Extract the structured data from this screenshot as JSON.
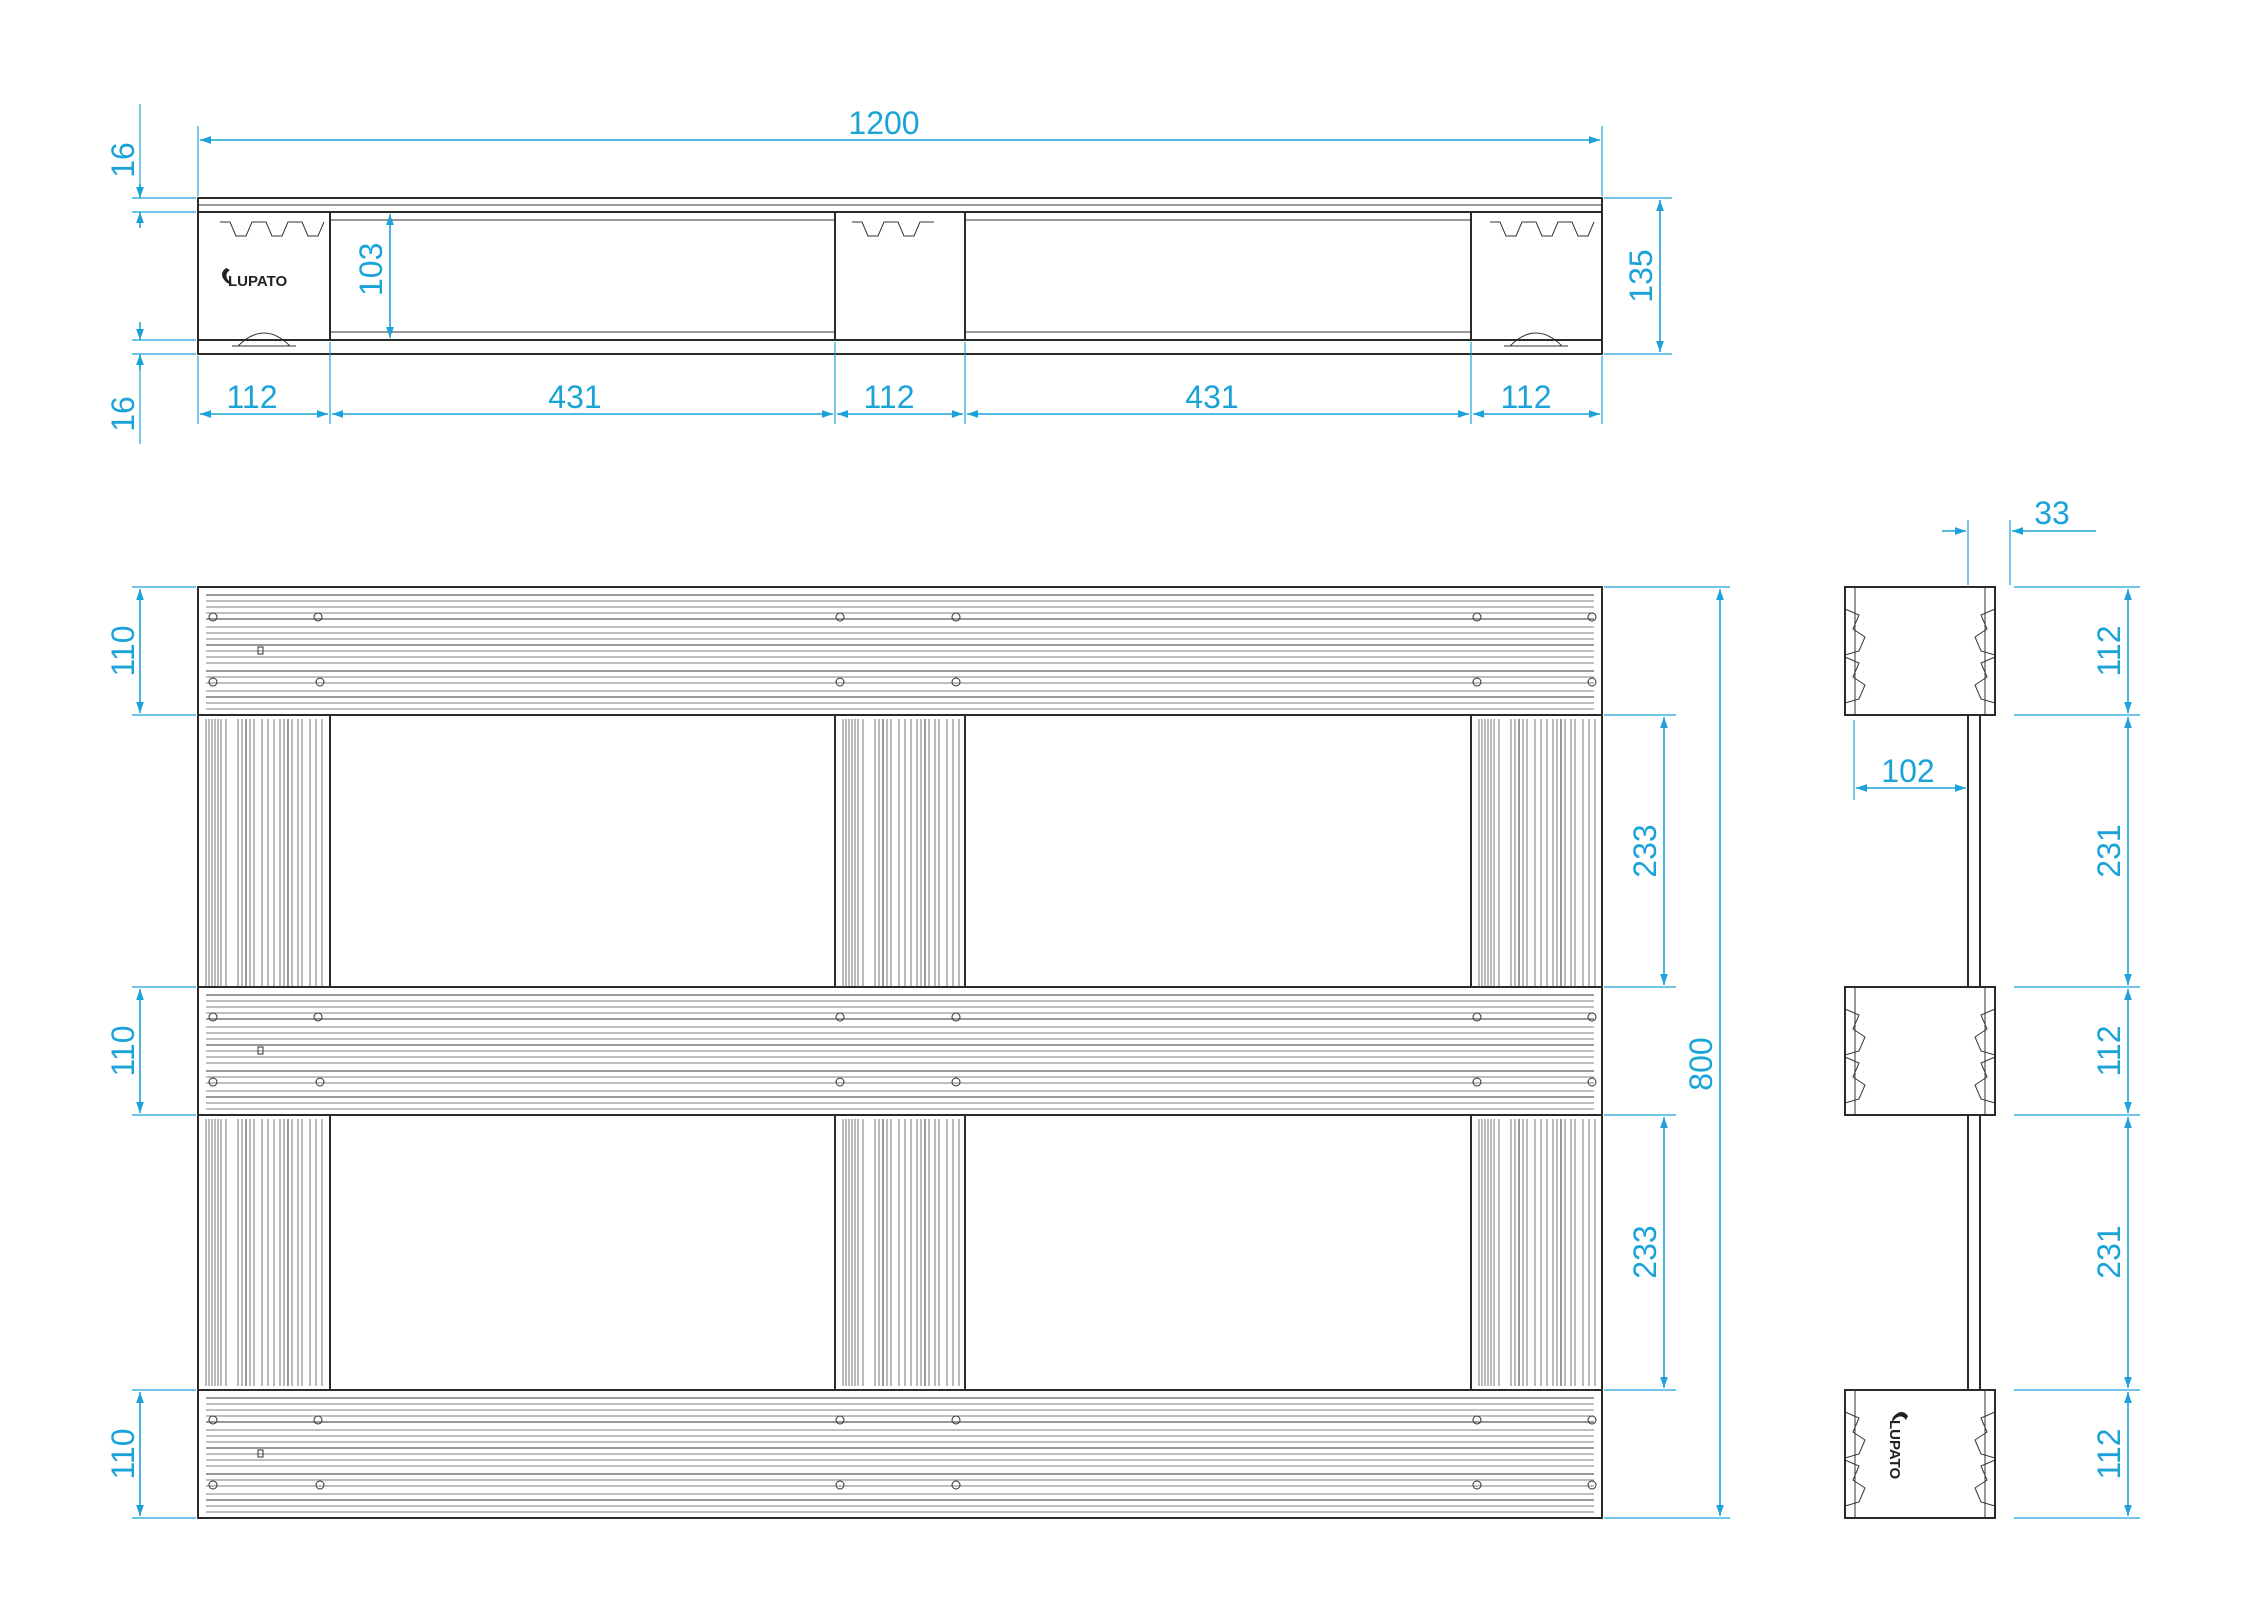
{
  "brand": {
    "logo_text": "LUPATO"
  },
  "colors": {
    "dimension": "#1aa3d9",
    "outline": "#2a2a2a"
  },
  "front_view": {
    "overall_length": "1200",
    "height": "135",
    "top_deck": "16",
    "bottom_deck": "16",
    "opening_height": "103",
    "segments": [
      "112",
      "431",
      "112",
      "431",
      "112"
    ]
  },
  "top_view": {
    "overall_width": "800",
    "board_widths": [
      "110",
      "110",
      "110"
    ],
    "gaps": [
      "233",
      "233"
    ]
  },
  "side_view": {
    "edge_offset": "33",
    "block_depth": "102",
    "blocks": [
      "112",
      "112",
      "112"
    ],
    "gaps": [
      "231",
      "231"
    ]
  }
}
